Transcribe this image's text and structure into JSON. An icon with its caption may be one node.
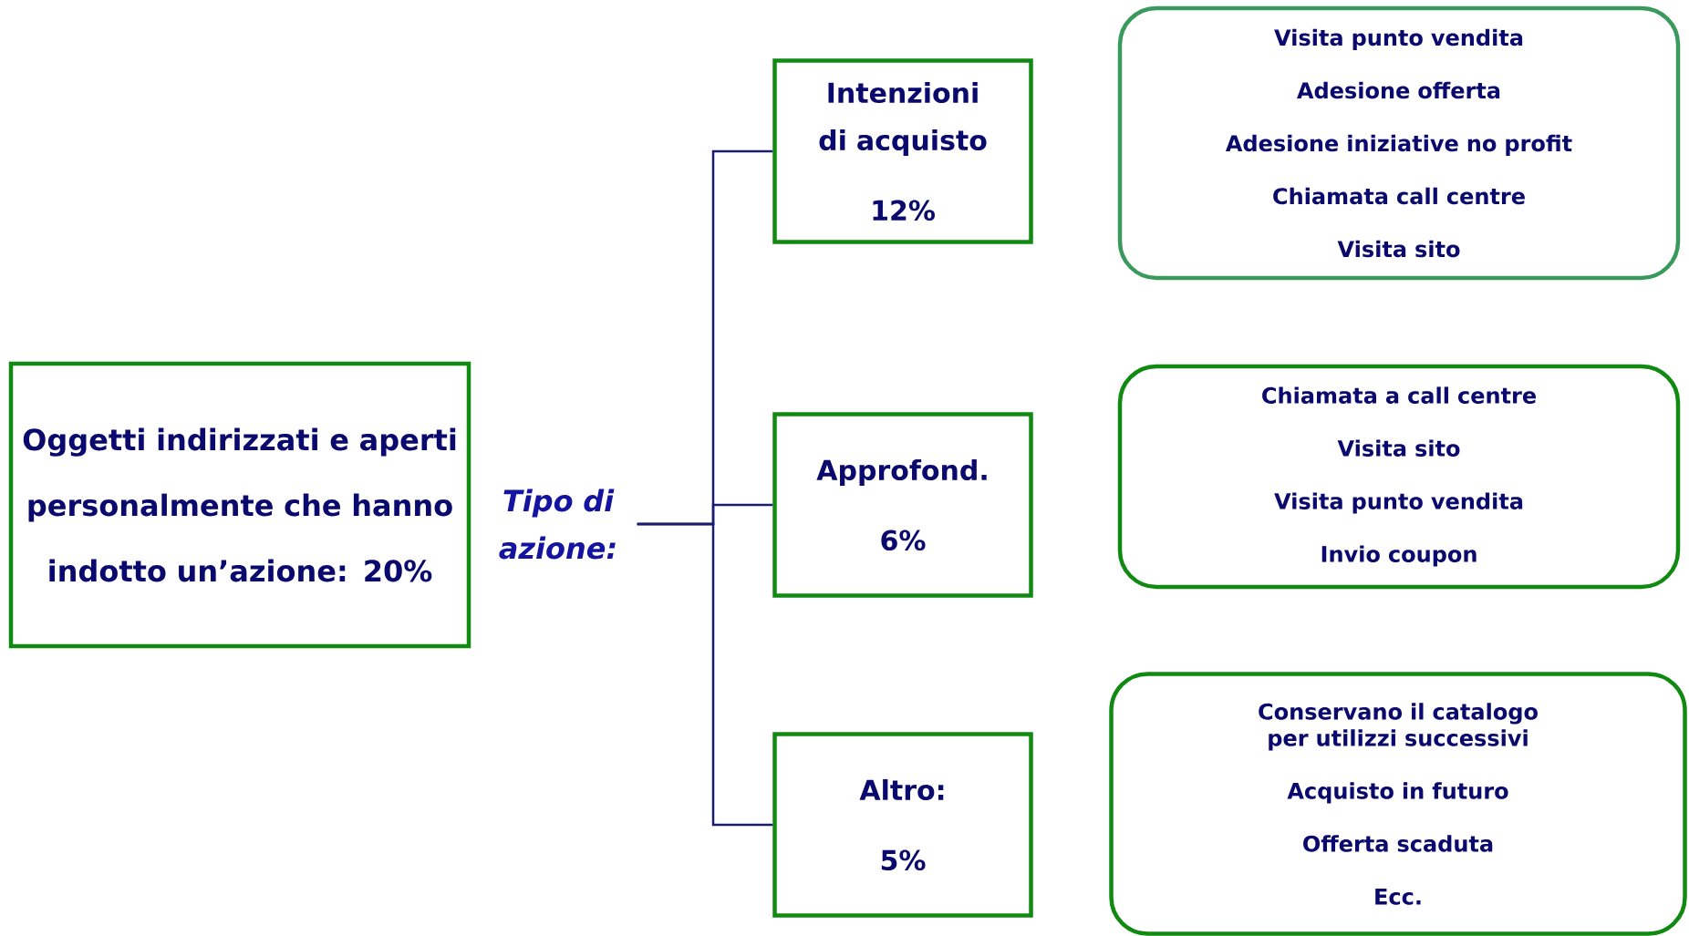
{
  "diagram": {
    "nodes": [
      {
        "text": [
          "Oggetti indirizzati e aperti personalmente che hanno indotto un’azione: 20%"
        ]
      },
      {
        "text": [
          "Tipo di azione:"
        ]
      },
      {
        "text": [
          "Intenzioni di acquisto",
          "12%"
        ]
      },
      {
        "text": [
          "Approfond.",
          "6%"
        ]
      },
      {
        "text": [
          "Altro:",
          "5%"
        ]
      },
      {
        "text": [
          "Visita punto vendita",
          "Adesione offerta",
          "Adesione iniziative no profit",
          "Chiamata call centre",
          "Visita sito"
        ]
      },
      {
        "text": [
          "Chiamata a call centre",
          "Visita sito",
          "Visita punto vendita",
          "Invio coupon"
        ]
      },
      {
        "text": [
          "Conservano il catalogo per utilizzi successivi",
          "Acquisto in futuro",
          "Offerta scaduta",
          "Ecc."
        ]
      }
    ],
    "edges": [
      {
        "from": 1,
        "to": 2,
        "arrow": "none"
      },
      {
        "from": 1,
        "to": 3,
        "arrow": "none"
      },
      {
        "from": 1,
        "to": 4,
        "arrow": "none"
      }
    ]
  }
}
